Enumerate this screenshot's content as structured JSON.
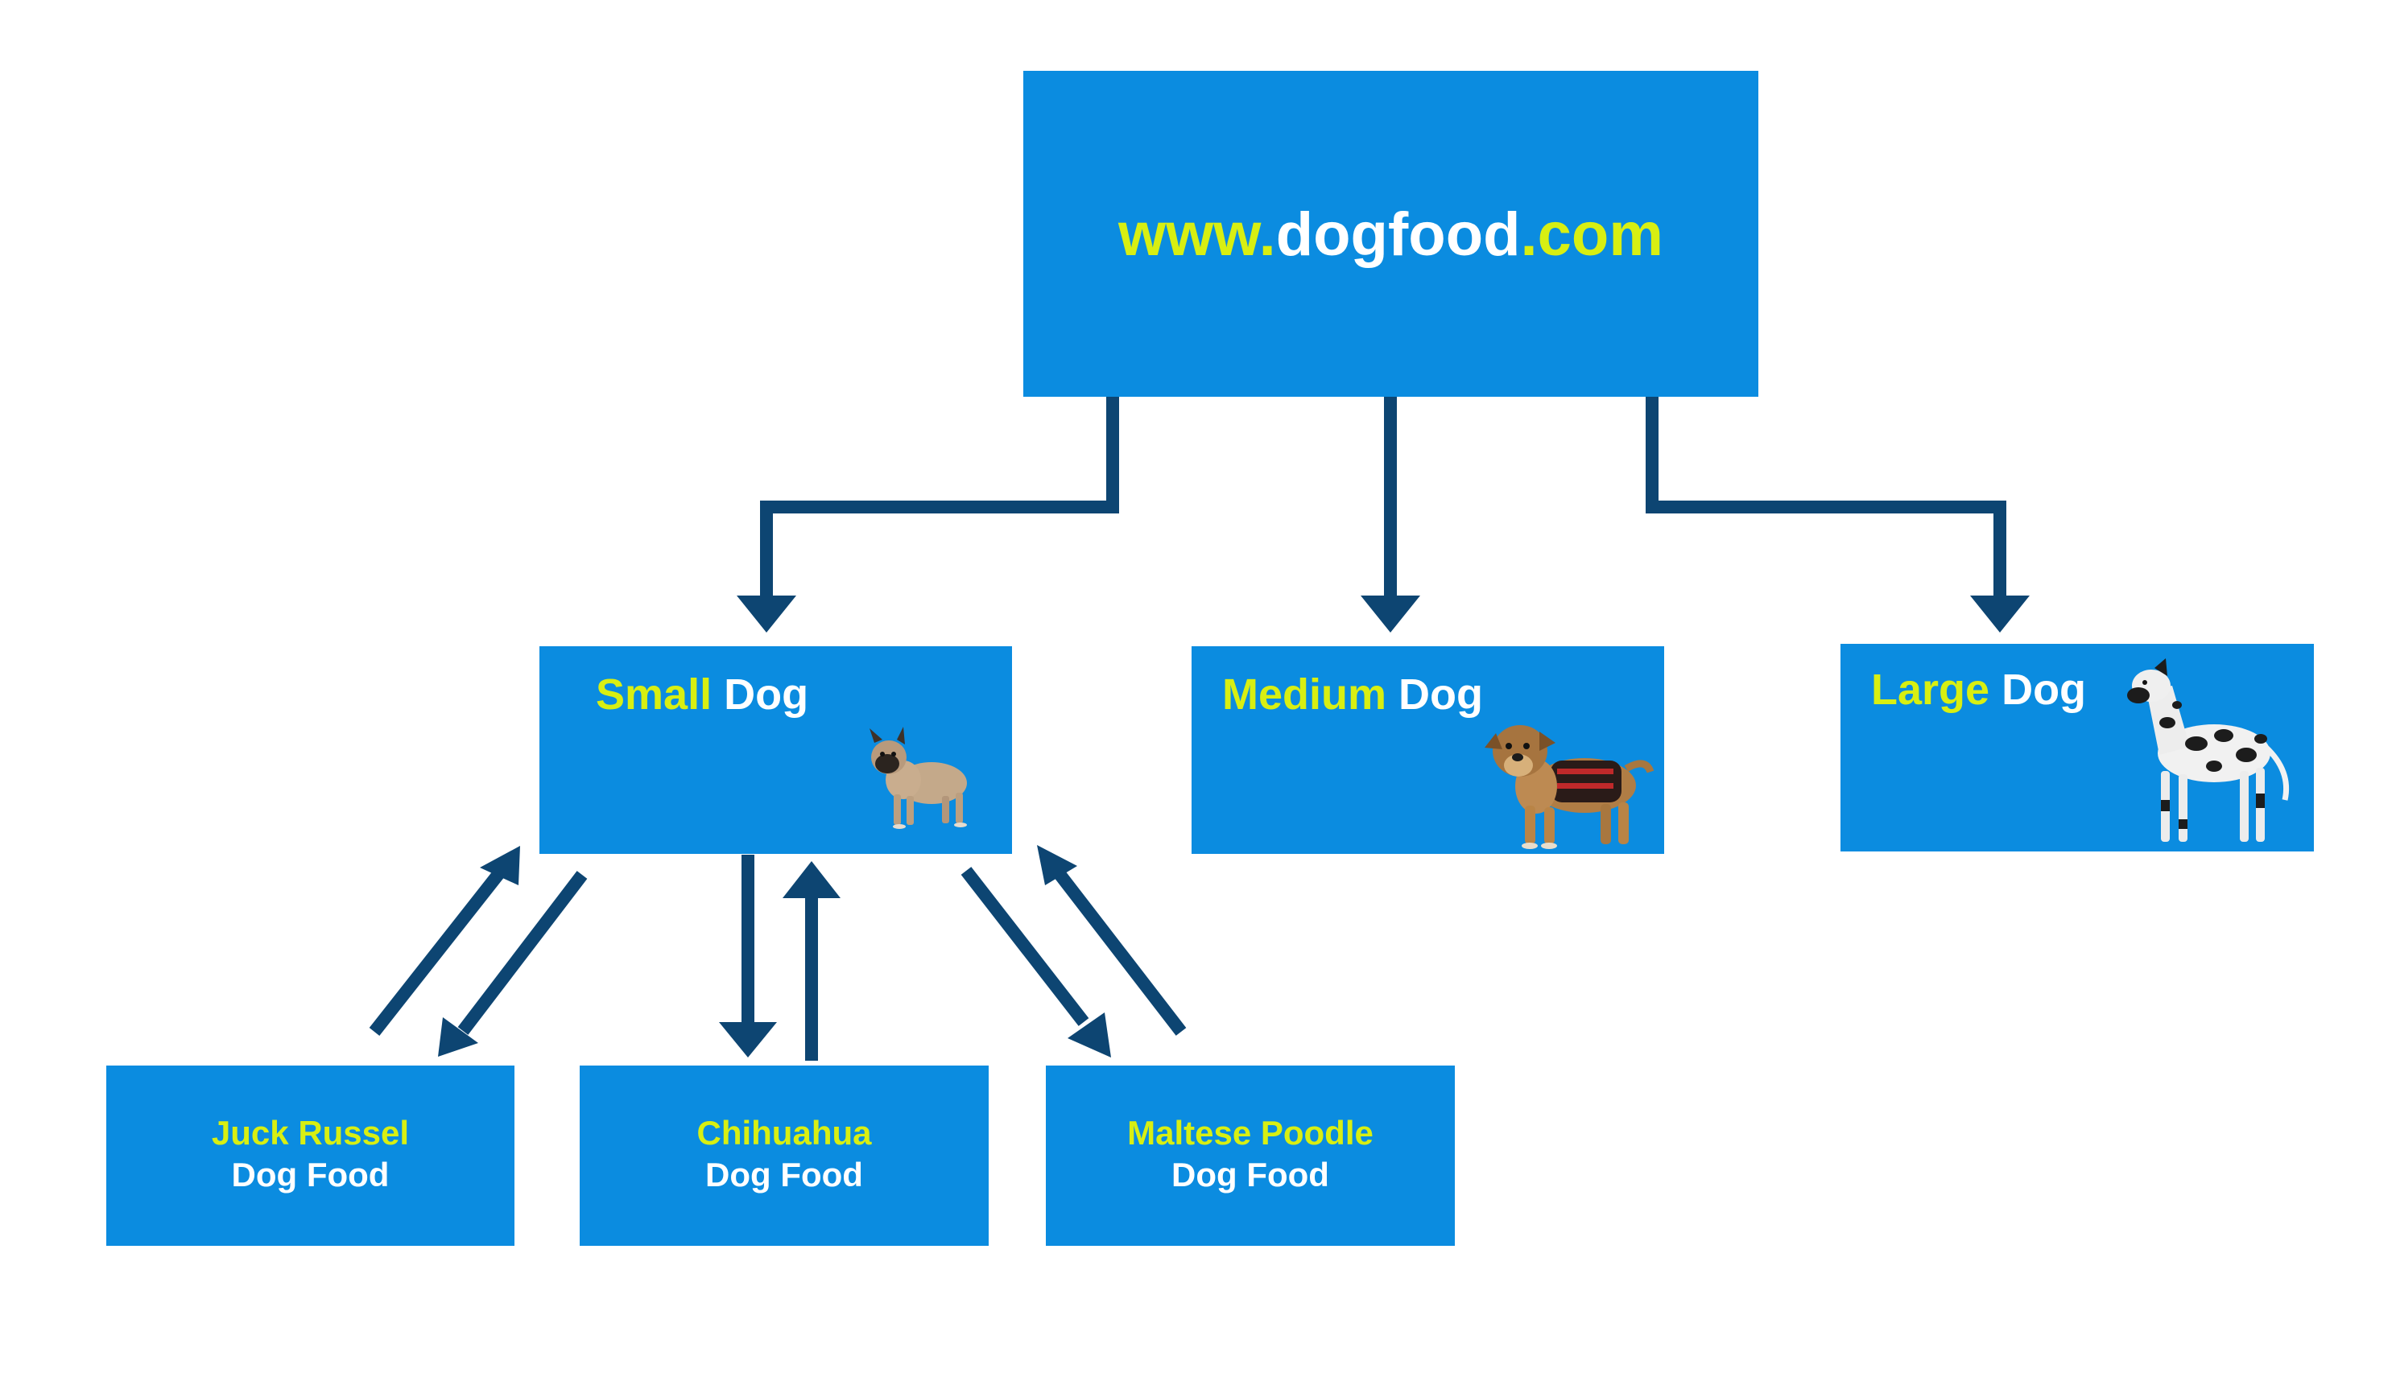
{
  "root": {
    "prefix": "www.",
    "name": "dogfood",
    "suffix": ".com"
  },
  "sizes": [
    {
      "id": "small",
      "highlight": "Small",
      "rest": " Dog"
    },
    {
      "id": "medium",
      "highlight": "Medium",
      "rest": " Dog"
    },
    {
      "id": "large",
      "highlight": "Large",
      "rest": " Dog"
    }
  ],
  "breeds": [
    {
      "name": "Juck Russel",
      "sub": "Dog Food"
    },
    {
      "name": "Chihuahua",
      "sub": "Dog Food"
    },
    {
      "name": "Maltese Poodle",
      "sub": "Dog Food"
    }
  ],
  "colors": {
    "box": "#0b8ce0",
    "highlight": "#d8ef12",
    "text": "#ffffff",
    "arrow": "#0d4572"
  },
  "icons": {
    "small": "french-bulldog-photo",
    "medium": "terrier-with-harness-photo",
    "large": "great-dane-photo"
  }
}
